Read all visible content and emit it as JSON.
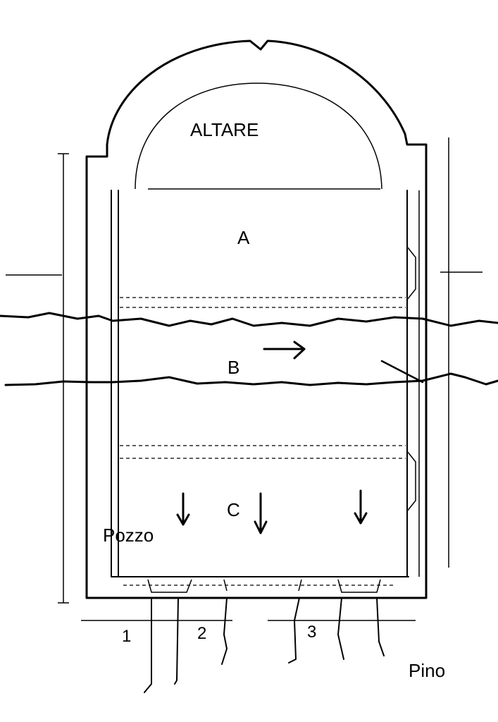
{
  "labels": {
    "altar": "ALTARE",
    "zone_a": "A",
    "zone_b": "B",
    "zone_c": "C",
    "well": "Pozzo",
    "tree": "Pino",
    "entrance_1": "1",
    "entrance_2": "2",
    "entrance_3": "3"
  }
}
